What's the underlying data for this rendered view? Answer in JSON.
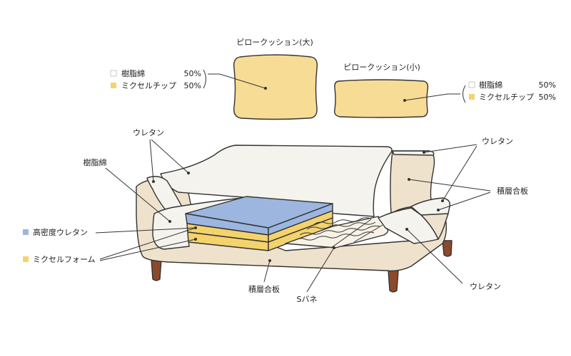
{
  "pillows": {
    "large": {
      "title": "ピロークッション(大)",
      "legend": [
        {
          "label": "樹脂綿",
          "value": "50%",
          "swatch": "#ffffff"
        },
        {
          "label": "ミクセルチップ",
          "value": "50%",
          "swatch": "#f4d36c"
        }
      ]
    },
    "small": {
      "title": "ピロークッション(小)",
      "legend": [
        {
          "label": "樹脂綿",
          "value": "50%",
          "swatch": "#ffffff"
        },
        {
          "label": "ミクセルチップ",
          "value": "50%",
          "swatch": "#f4d36c"
        }
      ]
    }
  },
  "labels": {
    "urethane_top_left": "ウレタン",
    "resin_cotton": "樹脂綿",
    "high_density_urethane": "高密度ウレタン",
    "mixel_foam": "ミクセルフォーム",
    "laminated_board_bottom": "積層合板",
    "s_spring": "Sバネ",
    "urethane_top_right": "ウレタン",
    "laminated_board_right": "積層合板",
    "urethane_bottom_right": "ウレタン"
  },
  "colors": {
    "frame": "#efe2cc",
    "upholstery": "#f4f3ee",
    "high_density_urethane": "#9cb6df",
    "mixel_foam": "#f4d36c",
    "pillow": "#f7dc95",
    "leg": "#8b4a2b"
  }
}
